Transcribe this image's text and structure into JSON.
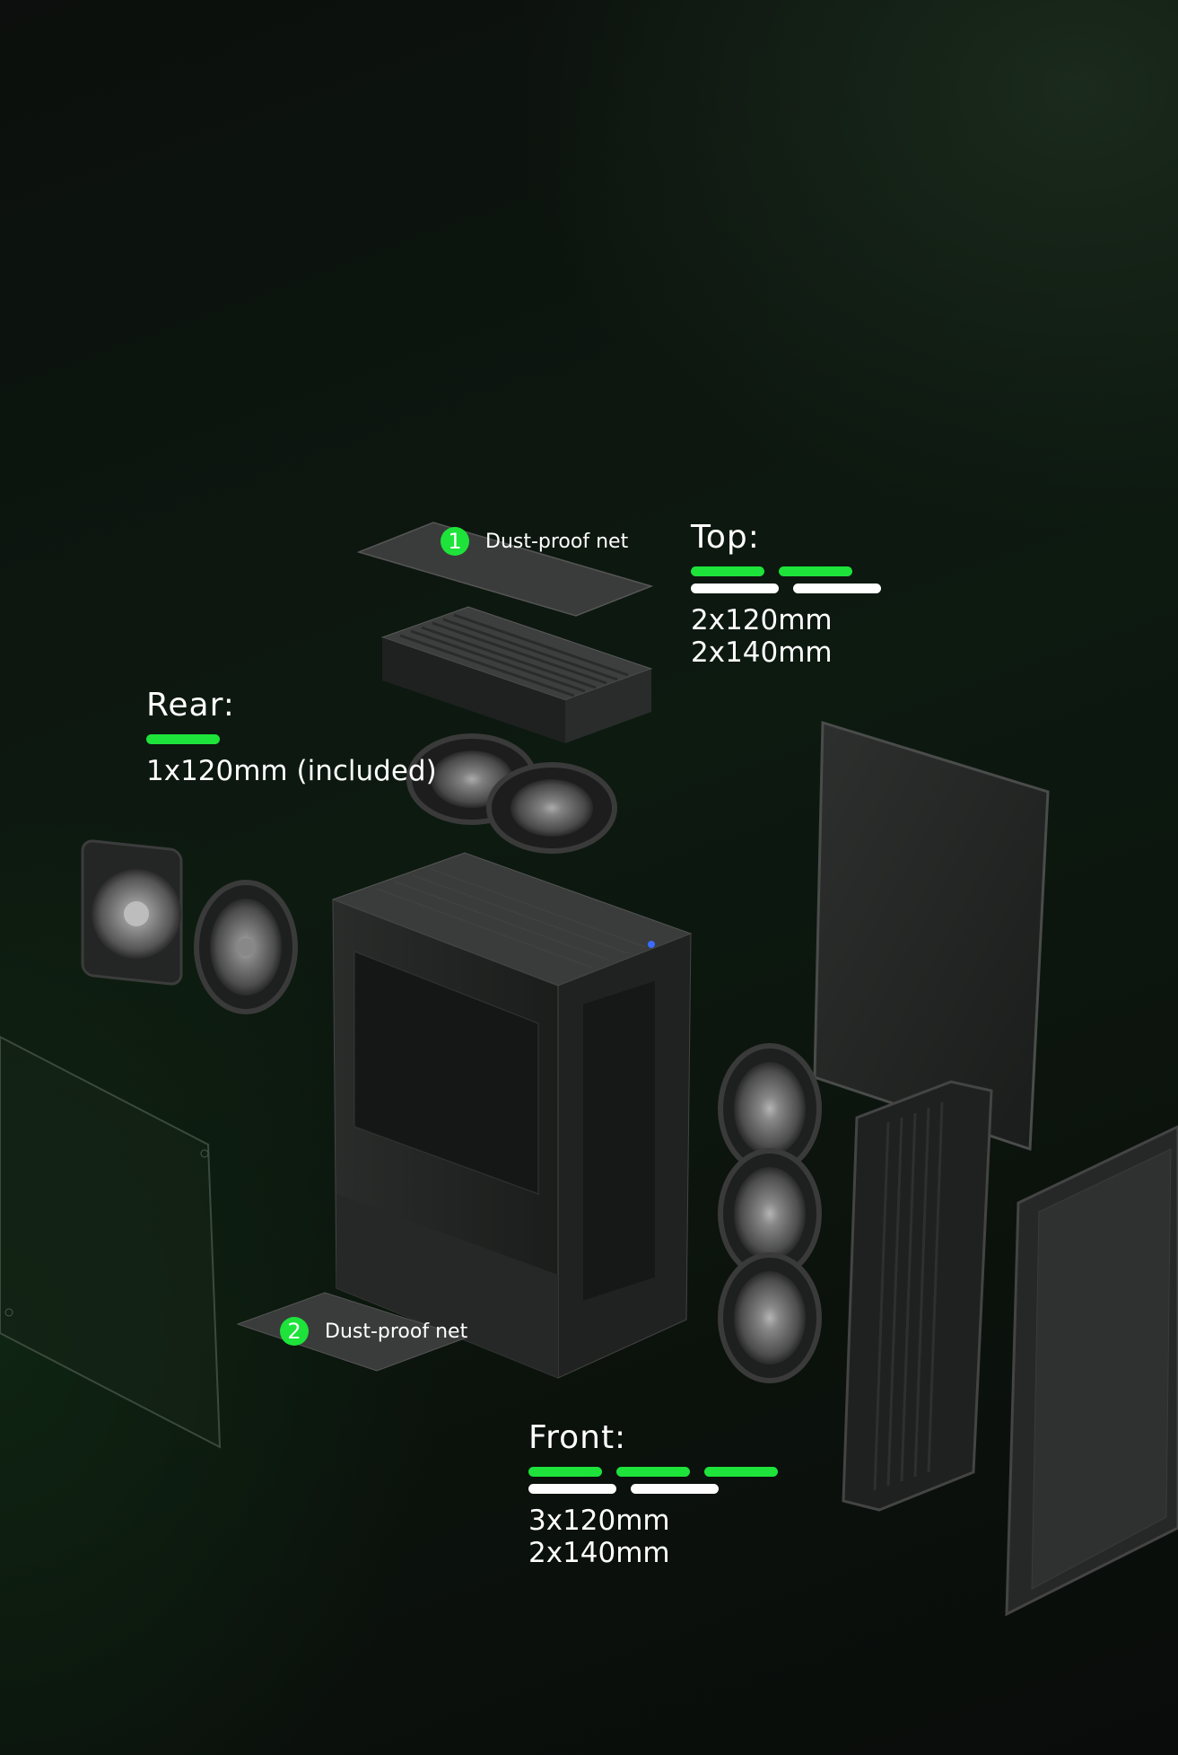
{
  "colors": {
    "accent_green": "#1ee33a",
    "bar_white": "#ffffff",
    "text": "#ffffff"
  },
  "labels": {
    "top_net": {
      "number": "1",
      "text": "Dust-proof net"
    },
    "bottom_net": {
      "number": "2",
      "text": "Dust-proof net"
    }
  },
  "specs": {
    "top": {
      "title": "Top:",
      "green_bars": 2,
      "white_bars": 2,
      "lines": [
        "2x120mm",
        "2x140mm"
      ]
    },
    "rear": {
      "title": "Rear:",
      "green_bars": 1,
      "white_bars": 0,
      "lines": [
        "1x120mm (included)"
      ]
    },
    "front": {
      "title": "Front:",
      "green_bars": 3,
      "white_bars": 2,
      "lines": [
        "3x120mm",
        "2x140mm"
      ]
    }
  }
}
